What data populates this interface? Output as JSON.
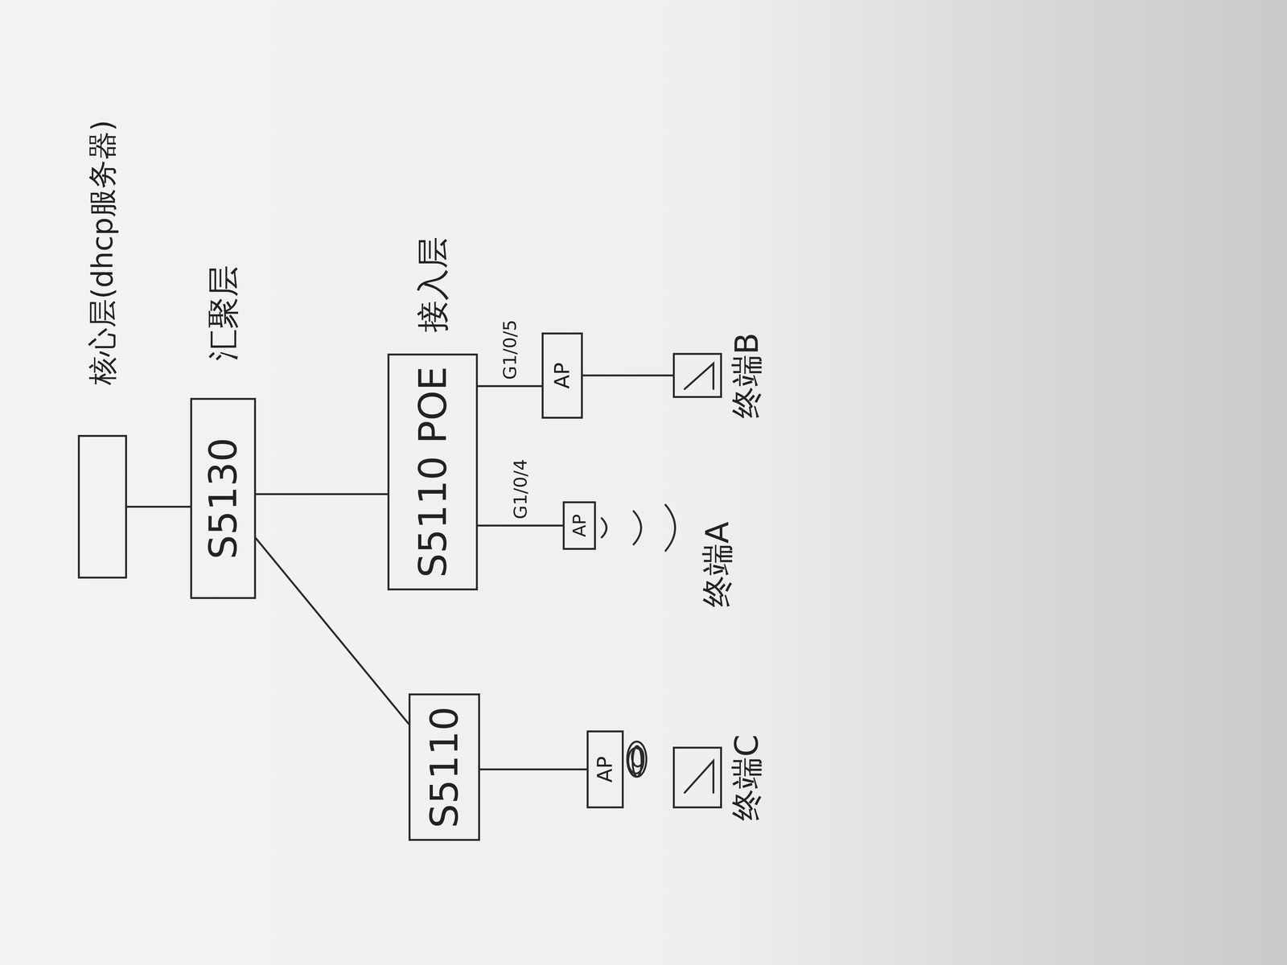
{
  "diagram": {
    "nodes": [
      {
        "text": [
          "核心层(dhcp服务器)"
        ]
      },
      {
        "text": [
          "S5130",
          "汇聚层"
        ]
      },
      {
        "text": [
          "S5110"
        ]
      },
      {
        "text": [
          "S5110 POE",
          "接入层"
        ]
      },
      {
        "text": [
          "AP"
        ]
      },
      {
        "text": [
          "AP"
        ]
      },
      {
        "text": [
          "AP"
        ]
      },
      {
        "text": [
          "终端C"
        ]
      },
      {
        "text": [
          "终端B"
        ]
      }
    ],
    "edges": [
      {
        "from": 0,
        "to": 1,
        "arrow": "none"
      },
      {
        "from": 1,
        "to": 2,
        "arrow": "none"
      },
      {
        "from": 1,
        "to": 3,
        "arrow": "none"
      },
      {
        "from": 3,
        "to": 5,
        "label": "G1/0/4",
        "arrow": "none"
      },
      {
        "from": 3,
        "to": 6,
        "label": "G1/0/5",
        "arrow": "none"
      },
      {
        "from": 2,
        "to": 4,
        "arrow": "none"
      },
      {
        "from": 6,
        "to": 8,
        "arrow": "none"
      }
    ],
    "labels": [
      "终端A"
    ]
  }
}
